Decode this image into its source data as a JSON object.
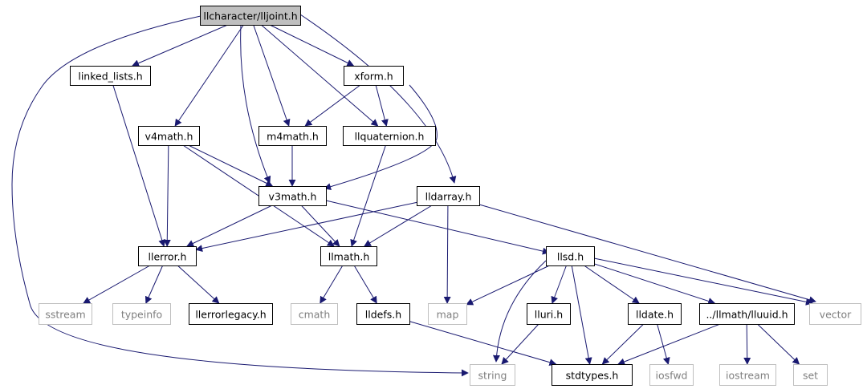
{
  "colors": {
    "edge": "#191970",
    "root_fill": "#bfbfbf",
    "node_border": "#000000",
    "external_border": "#bfbfbf",
    "external_text": "#7f7f7f",
    "node_text": "#000000",
    "background": "#ffffff"
  },
  "nodes": [
    {
      "id": "lljoint",
      "label": "llcharacter/lljoint.h",
      "kind": "root"
    },
    {
      "id": "linked_lists",
      "label": "linked_lists.h",
      "kind": "header"
    },
    {
      "id": "xform",
      "label": "xform.h",
      "kind": "header"
    },
    {
      "id": "v4math",
      "label": "v4math.h",
      "kind": "header"
    },
    {
      "id": "m4math",
      "label": "m4math.h",
      "kind": "header"
    },
    {
      "id": "llquaternion",
      "label": "llquaternion.h",
      "kind": "header"
    },
    {
      "id": "v3math",
      "label": "v3math.h",
      "kind": "header"
    },
    {
      "id": "lldarray",
      "label": "lldarray.h",
      "kind": "header"
    },
    {
      "id": "llerror",
      "label": "llerror.h",
      "kind": "header"
    },
    {
      "id": "llmath",
      "label": "llmath.h",
      "kind": "header"
    },
    {
      "id": "llsd",
      "label": "llsd.h",
      "kind": "header"
    },
    {
      "id": "sstream",
      "label": "sstream",
      "kind": "external"
    },
    {
      "id": "typeinfo",
      "label": "typeinfo",
      "kind": "external"
    },
    {
      "id": "llerrorlegacy",
      "label": "llerrorlegacy.h",
      "kind": "header"
    },
    {
      "id": "cmath",
      "label": "cmath",
      "kind": "external"
    },
    {
      "id": "lldefs",
      "label": "lldefs.h",
      "kind": "header"
    },
    {
      "id": "map",
      "label": "map",
      "kind": "external"
    },
    {
      "id": "lluri",
      "label": "lluri.h",
      "kind": "header"
    },
    {
      "id": "lldate",
      "label": "lldate.h",
      "kind": "header"
    },
    {
      "id": "lluuid",
      "label": "../llmath/lluuid.h",
      "kind": "header"
    },
    {
      "id": "vector",
      "label": "vector",
      "kind": "external"
    },
    {
      "id": "string",
      "label": "string",
      "kind": "external"
    },
    {
      "id": "stdtypes",
      "label": "stdtypes.h",
      "kind": "header"
    },
    {
      "id": "iosfwd",
      "label": "iosfwd",
      "kind": "external"
    },
    {
      "id": "iostream",
      "label": "iostream",
      "kind": "external"
    },
    {
      "id": "set",
      "label": "set",
      "kind": "external"
    }
  ],
  "edges": [
    {
      "from": "lljoint",
      "to": "linked_lists"
    },
    {
      "from": "lljoint",
      "to": "xform"
    },
    {
      "from": "lljoint",
      "to": "v4math"
    },
    {
      "from": "lljoint",
      "to": "m4math"
    },
    {
      "from": "lljoint",
      "to": "llquaternion"
    },
    {
      "from": "lljoint",
      "to": "v3math"
    },
    {
      "from": "lljoint",
      "to": "lldarray"
    },
    {
      "from": "lljoint",
      "to": "string"
    },
    {
      "from": "linked_lists",
      "to": "llerror"
    },
    {
      "from": "xform",
      "to": "m4math"
    },
    {
      "from": "xform",
      "to": "llquaternion"
    },
    {
      "from": "xform",
      "to": "v3math"
    },
    {
      "from": "v4math",
      "to": "v3math"
    },
    {
      "from": "v4math",
      "to": "llerror"
    },
    {
      "from": "v4math",
      "to": "llmath"
    },
    {
      "from": "m4math",
      "to": "v3math"
    },
    {
      "from": "llquaternion",
      "to": "llmath"
    },
    {
      "from": "v3math",
      "to": "llerror"
    },
    {
      "from": "v3math",
      "to": "llmath"
    },
    {
      "from": "v3math",
      "to": "llsd"
    },
    {
      "from": "lldarray",
      "to": "llerror"
    },
    {
      "from": "lldarray",
      "to": "llmath"
    },
    {
      "from": "lldarray",
      "to": "map"
    },
    {
      "from": "lldarray",
      "to": "vector"
    },
    {
      "from": "llerror",
      "to": "sstream"
    },
    {
      "from": "llerror",
      "to": "typeinfo"
    },
    {
      "from": "llerror",
      "to": "llerrorlegacy"
    },
    {
      "from": "llmath",
      "to": "cmath"
    },
    {
      "from": "llmath",
      "to": "lldefs"
    },
    {
      "from": "lldefs",
      "to": "stdtypes"
    },
    {
      "from": "llsd",
      "to": "map"
    },
    {
      "from": "llsd",
      "to": "string"
    },
    {
      "from": "llsd",
      "to": "lluri"
    },
    {
      "from": "llsd",
      "to": "stdtypes"
    },
    {
      "from": "llsd",
      "to": "lldate"
    },
    {
      "from": "llsd",
      "to": "lluuid"
    },
    {
      "from": "llsd",
      "to": "vector"
    },
    {
      "from": "lluri",
      "to": "string"
    },
    {
      "from": "lldate",
      "to": "stdtypes"
    },
    {
      "from": "lldate",
      "to": "iosfwd"
    },
    {
      "from": "lluuid",
      "to": "stdtypes"
    },
    {
      "from": "lluuid",
      "to": "iostream"
    },
    {
      "from": "lluuid",
      "to": "set"
    }
  ]
}
